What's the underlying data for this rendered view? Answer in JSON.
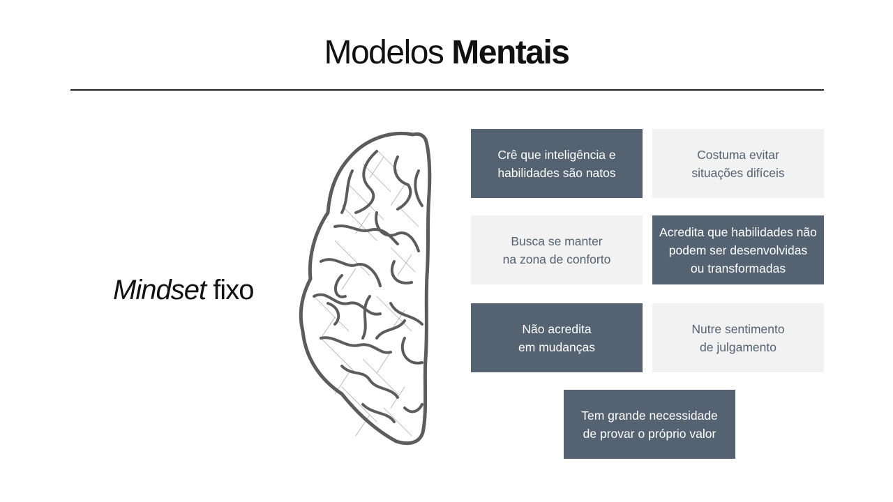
{
  "title": {
    "light": "Modelos",
    "bold": "Mentais"
  },
  "mindset": {
    "italic": "Mindset",
    "rest": "fixo"
  },
  "cards": [
    {
      "text": "Crê que inteligência e\nhabilidades são natos",
      "style": "dark"
    },
    {
      "text": "Costuma evitar\nsituações difíceis",
      "style": "light"
    },
    {
      "text": "Busca se manter\nna zona de conforto",
      "style": "light"
    },
    {
      "text": "Acredita que habilidades não\npodem ser desenvolvidas\nou transformadas",
      "style": "dark"
    },
    {
      "text": "Não acredita\nem mudanças",
      "style": "dark"
    },
    {
      "text": "Nutre sentimento\nde julgamento",
      "style": "light"
    },
    {
      "text": "Tem grande necessidade\nde provar o próprio valor",
      "style": "dark"
    }
  ],
  "colors": {
    "dark": "#546271",
    "light": "#f2f2f2",
    "text": "#111111"
  },
  "illustration": "half-brain-sketch"
}
